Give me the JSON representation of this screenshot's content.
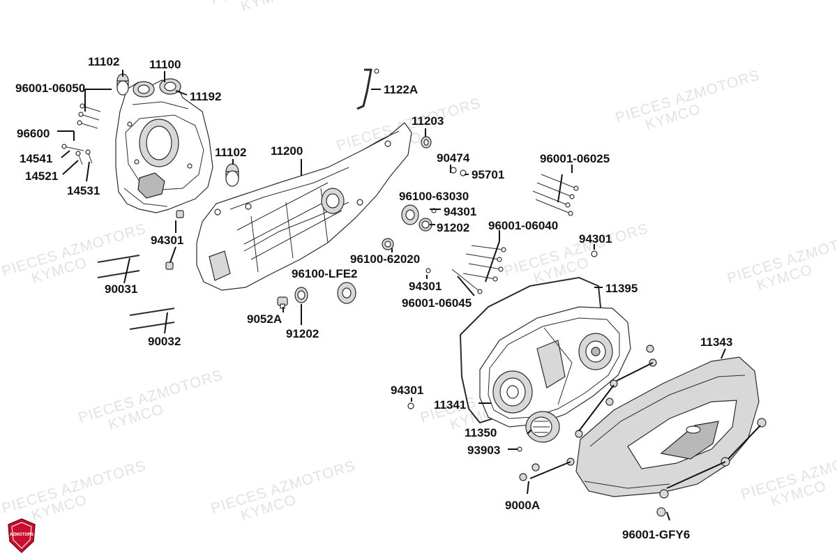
{
  "watermark": {
    "line1": "PIECES AZMOTORS",
    "line2": "KYMCO"
  },
  "logo": {
    "text": "AZMOTORS",
    "color": "#c8102e"
  },
  "labels": {
    "p11102a": "11102",
    "p11100": "11100",
    "p96001_06050": "96001-06050",
    "p11192": "11192",
    "p1122A": "1122A",
    "p11203": "11203",
    "p96600": "96600",
    "p14541": "14541",
    "p14521": "14521",
    "p14531": "14531",
    "p11102b": "11102",
    "p11200": "11200",
    "p90474": "90474",
    "p95701": "95701",
    "p96001_06025": "96001-06025",
    "p96100_63030": "96100-63030",
    "p94301a": "94301",
    "p91202a": "91202",
    "p96001_06040": "96001-06040",
    "p94301b": "94301",
    "p94301c": "94301",
    "p96100_62020": "96100-62020",
    "p96100_LFE2": "96100-LFE2",
    "p94301d": "94301",
    "p11395": "11395",
    "p96001_06045": "96001-06045",
    "p90031": "90031",
    "p9052A": "9052A",
    "p91202b": "91202",
    "p90032": "90032",
    "p11343": "11343",
    "p94301e": "94301",
    "p11341": "11341",
    "p11350": "11350",
    "p93903": "93903",
    "p9000A": "9000A",
    "p96001_GFY6": "96001-GFY6"
  }
}
